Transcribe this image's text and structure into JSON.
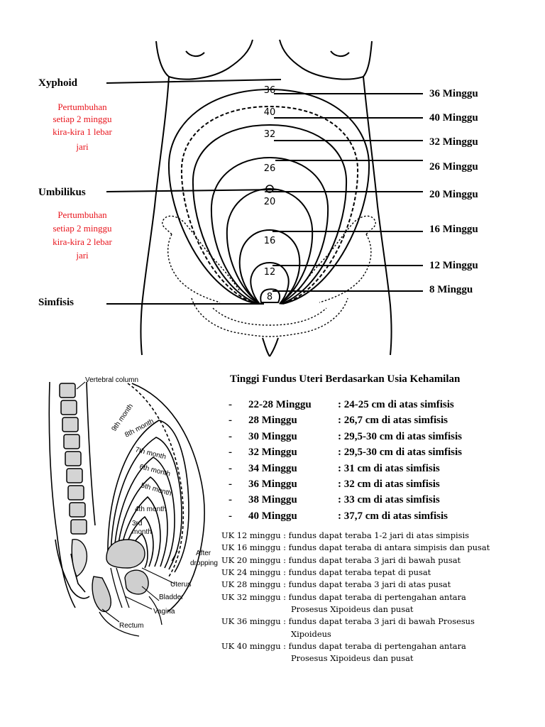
{
  "landmarks": {
    "xyphoid": "Xyphoid",
    "umbilikus": "Umbilikus",
    "simfisis": "Simfisis"
  },
  "growth_notes": {
    "upper": [
      "Pertumbuhan",
      "setiap 2 minggu",
      "kira-kira 1 lebar",
      "jari"
    ],
    "lower": [
      "Pertumbuhan",
      "setiap 2 minggu",
      "kira-kira 2 lebar",
      "jari"
    ]
  },
  "week_labels": [
    "36 Minggu",
    "40 Minggu",
    "32 Minggu",
    "26 Minggu",
    "20 Minggu",
    "16 Minggu",
    "12 Minggu",
    "8 Minggu"
  ],
  "contour_numbers": [
    "36",
    "40",
    "32",
    "26",
    "20",
    "16",
    "12",
    "8"
  ],
  "sagittal": {
    "vertebral": "Vertebral column",
    "months": [
      "9th month",
      "8th month",
      "7th month",
      "6th month",
      "5th month",
      "4th month",
      "3rd",
      "month"
    ],
    "after": "After",
    "dropping": "dropping",
    "uterus": "Uterus",
    "bladder": "Bladder",
    "vagina": "Vagina",
    "rectum": "Rectum"
  },
  "table": {
    "title": "Tinggi Fundus Uteri Berdasarkan Usia Kehamilan",
    "rows": [
      {
        "dash": "-",
        "week": "22-28 Minggu",
        "value": ": 24-25 cm di atas simfisis"
      },
      {
        "dash": "-",
        "week": "28 Minggu",
        "value": ": 26,7 cm di atas simfisis"
      },
      {
        "dash": "-",
        "week": "30 Minggu",
        "value": ": 29,5-30 cm di atas simfisis"
      },
      {
        "dash": "-",
        "week": "32 Minggu",
        "value": ": 29,5-30 cm di atas simfisis"
      },
      {
        "dash": "-",
        "week": "34 Minggu",
        "value": ": 31 cm di atas simfisis"
      },
      {
        "dash": "-",
        "week": "36 Minggu",
        "value": ": 32 cm di atas simfisis"
      },
      {
        "dash": "-",
        "week": "38 Minggu",
        "value": ": 33 cm di atas simfisis"
      },
      {
        "dash": "-",
        "week": "40 Minggu",
        "value": ": 37,7 cm di atas simfisis"
      }
    ]
  },
  "notes": [
    {
      "uk": "UK 12 minggu",
      "text": ": fundus dapat teraba 1-2 jari di atas simpisis",
      "cont": ""
    },
    {
      "uk": "UK 16 minggu",
      "text": ": fundus dapat teraba di antara simpisis dan pusat",
      "cont": ""
    },
    {
      "uk": "UK 20 minggu",
      "text": ": fundus dapat teraba 3 jari di bawah pusat",
      "cont": ""
    },
    {
      "uk": "UK 24 minggu",
      "text": ": fundus dapat teraba tepat di pusat",
      "cont": ""
    },
    {
      "uk": "UK 28 minggu",
      "text": ": fundus dapat teraba 3 jari di atas pusat",
      "cont": ""
    },
    {
      "uk": "UK 32 minggu",
      "text": ": fundus dapat teraba di pertengahan antara",
      "cont": "Prosesus Xipoideus dan pusat"
    },
    {
      "uk": "UK 36 minggu",
      "text": ": fundus dapat teraba 3 jari di bawah Prosesus",
      "cont": "Xipoideus"
    },
    {
      "uk": "UK 40 minggu",
      "text": ": fundus dapat teraba di pertengahan antara",
      "cont": "Prosesus Xipoideus dan pusat"
    }
  ]
}
